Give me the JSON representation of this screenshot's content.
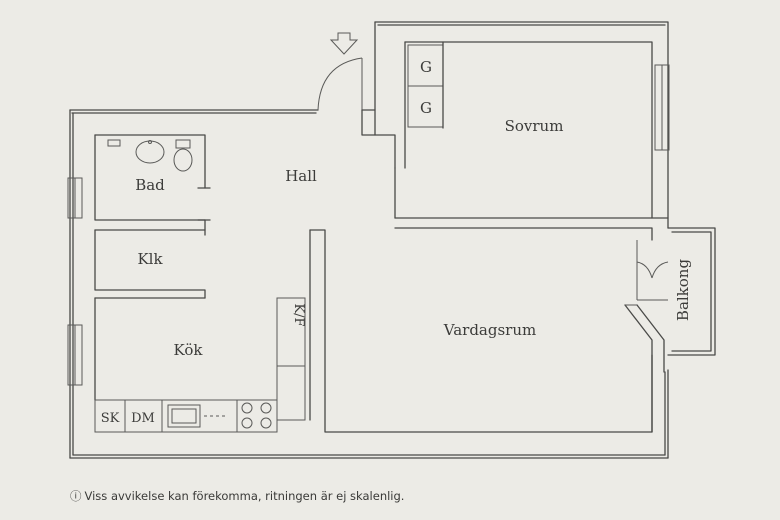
{
  "rooms": {
    "sovrum": "Sovrum",
    "hall": "Hall",
    "bad": "Bad",
    "klk": "Klk",
    "kok": "Kök",
    "vardagsrum": "Vardagsrum",
    "balkong": "Balkong"
  },
  "fixtures": {
    "garderob_1": "G",
    "garderob_2": "G",
    "kf": "K/F",
    "sk": "SK",
    "dm": "DM"
  },
  "footer": {
    "icon": "info-icon",
    "text": "Viss avvikelse kan förekomma, ritningen är ej skalenlig."
  },
  "colors": {
    "paper": "#ecebe6",
    "line": "#4a4a48"
  }
}
